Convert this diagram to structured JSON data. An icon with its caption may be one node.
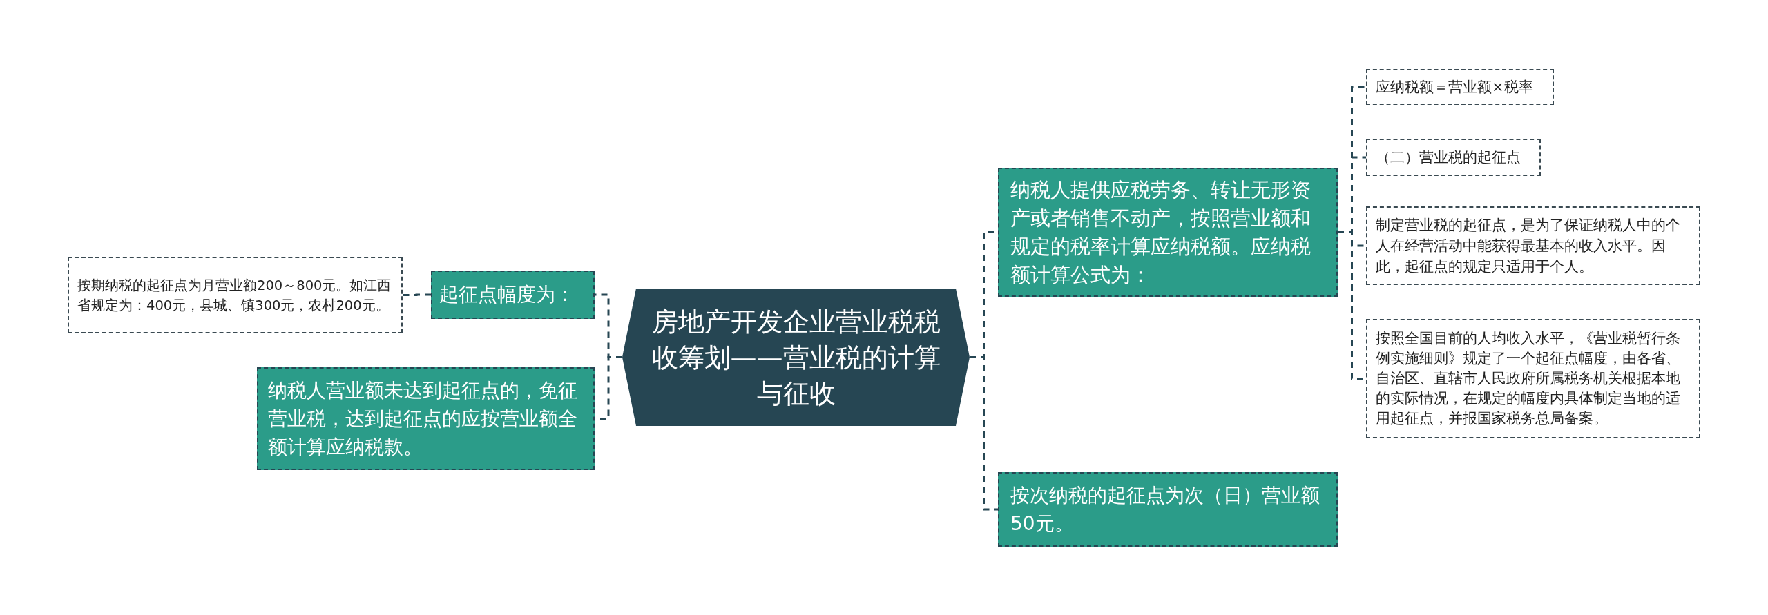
{
  "diagram": {
    "nodes": [
      {
        "text": [
          "房地产开发企业营业税税收筹划——营业税的计算与征收"
        ]
      },
      {
        "text": [
          "纳税人提供应税劳务、转让无形资产或者销售不动产，按照营业额和规定的税率计算应纳税额。应纳税额计算公式为："
        ]
      },
      {
        "text": [
          "应纳税额＝营业额×税率"
        ]
      },
      {
        "text": [
          "（二）营业税的起征点"
        ]
      },
      {
        "text": [
          "制定营业税的起征点，是为了保证纳税人中的个人在经营活动中能获得最基本的收入水平。因此，起征点的规定只适用于个人。"
        ]
      },
      {
        "text": [
          "按照全国目前的人均收入水平，《营业税暂行条例实施细则》规定了一个起征点幅度，由各省、自治区、直辖市人民政府所属税务机关根据本地的实际情况，在规定的幅度内具体制定当地的适用起征点，并报国家税务总局备案。"
        ]
      },
      {
        "text": [
          "按次纳税的起征点为次（日）营业额50元。"
        ]
      },
      {
        "text": [
          "起征点幅度为："
        ]
      },
      {
        "text": [
          "按期纳税的起征点为月营业额200～800元。如江西省规定为：400元，县城、镇300元，农村200元。"
        ]
      },
      {
        "text": [
          "纳税人营业额未达到起征点的，免征营业税，达到起征点的应按营业额全额计算应纳税款。"
        ]
      }
    ],
    "edges": [
      {
        "from": 0,
        "to": 1,
        "arrow": "none"
      },
      {
        "from": 1,
        "to": 2,
        "arrow": "none"
      },
      {
        "from": 1,
        "to": 3,
        "arrow": "none"
      },
      {
        "from": 1,
        "to": 4,
        "arrow": "none"
      },
      {
        "from": 1,
        "to": 5,
        "arrow": "none"
      },
      {
        "from": 0,
        "to": 6,
        "arrow": "none"
      },
      {
        "from": 0,
        "to": 7,
        "arrow": "none"
      },
      {
        "from": 7,
        "to": 8,
        "arrow": "none"
      },
      {
        "from": 0,
        "to": 9,
        "arrow": "none"
      }
    ]
  }
}
